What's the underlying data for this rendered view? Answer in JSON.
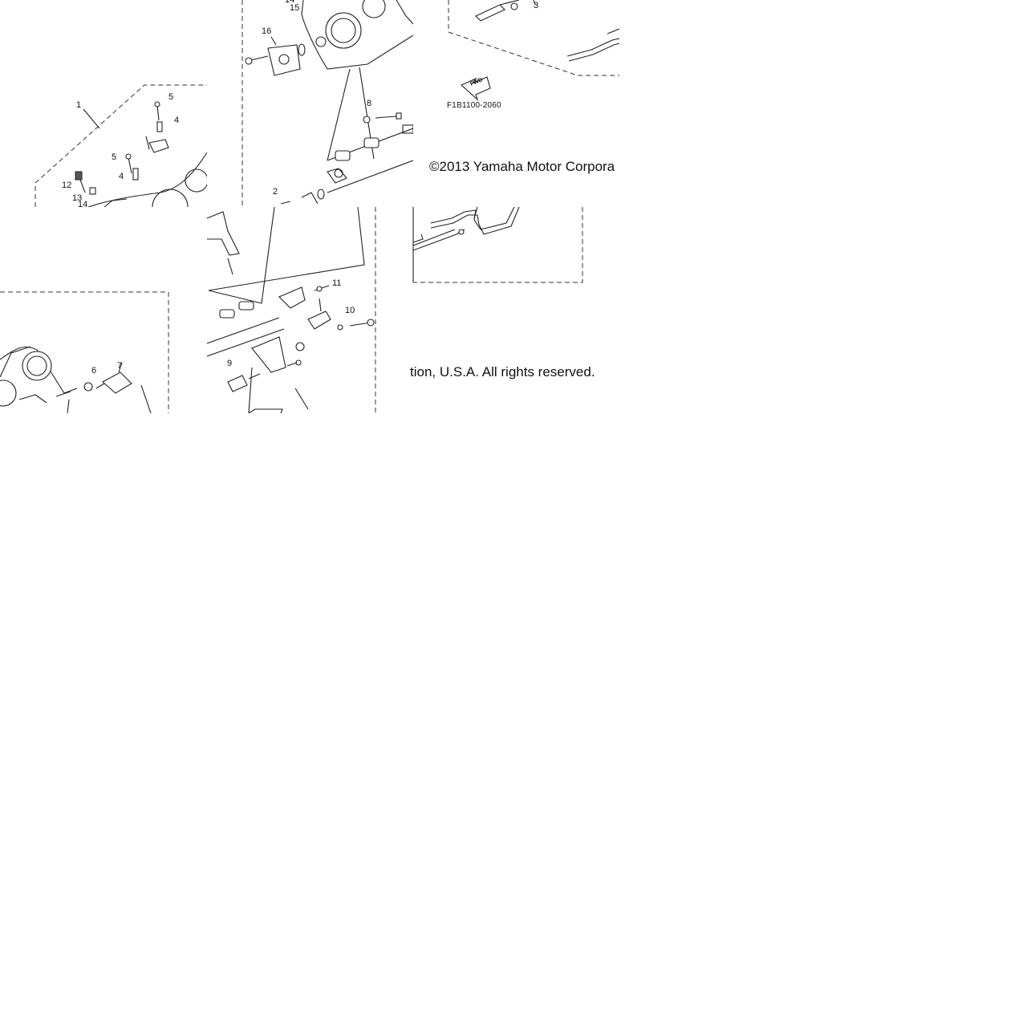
{
  "labels": {
    "l1": "1",
    "l2": "2",
    "l3": "3",
    "l4a": "4",
    "l4b": "4",
    "l5a": "5",
    "l5b": "5",
    "l6": "6",
    "l7": "7",
    "l8": "8",
    "l9": "9",
    "l10": "10",
    "l11": "11",
    "l12": "12",
    "l13": "13",
    "l14a": "14",
    "l14b": "14",
    "l15": "15",
    "l16": "16"
  },
  "diagram_code": "F1B1100-2060",
  "fwd_label": "FWD",
  "copyright": {
    "part1": "©2013 Yamaha Motor Corpora",
    "part2": "tion, U.S.A. All rights reserved."
  }
}
